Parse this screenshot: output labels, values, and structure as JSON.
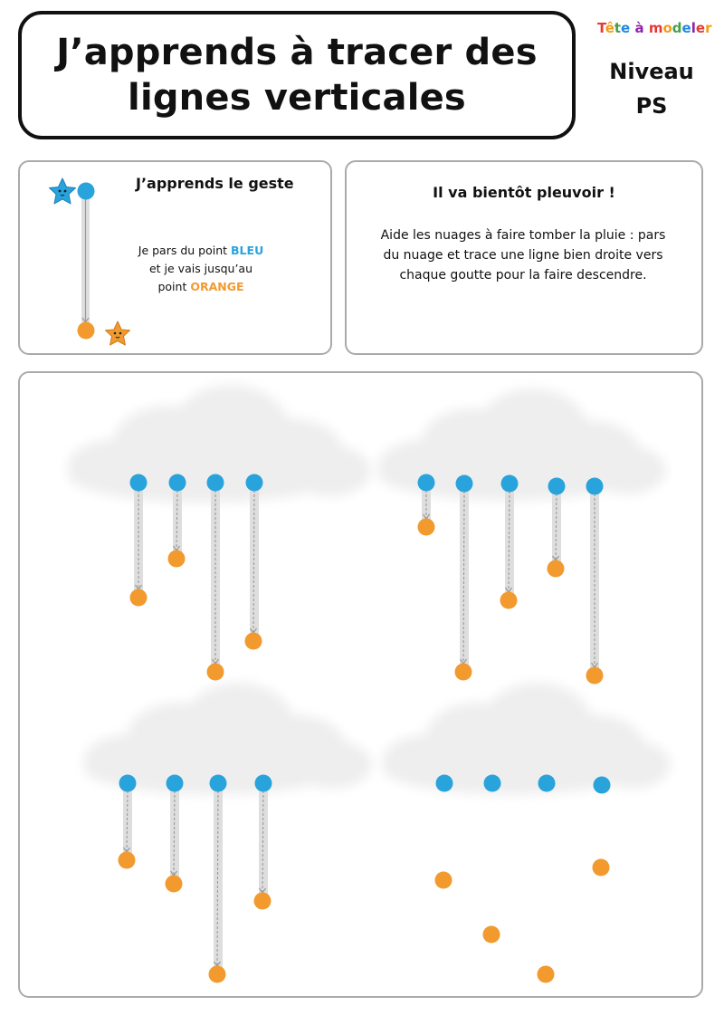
{
  "header": {
    "title_line1": "J’apprends à tracer des",
    "title_line2": "lignes verticales",
    "brand": [
      "T",
      "ê",
      "t",
      "e",
      " ",
      "à",
      " ",
      "m",
      "o",
      "d",
      "e",
      "l",
      "e",
      "r"
    ],
    "brand_colors": [
      "#e53935",
      "#f39c12",
      "#43a047",
      "#1e88e5",
      "#ffffff",
      "#8e24aa",
      "#ffffff",
      "#e53935",
      "#f39c12",
      "#43a047",
      "#1e88e5",
      "#8e24aa",
      "#e53935",
      "#f39c12"
    ],
    "level_label": "Niveau",
    "level_value": "PS"
  },
  "gesture_panel": {
    "title": "J’apprends le geste",
    "line1_prefix": "Je pars du point ",
    "line1_keyword": "BLEU",
    "line2": "et je vais jusqu’au",
    "line3_prefix": "point ",
    "line3_keyword": "ORANGE"
  },
  "rain_panel": {
    "title": "Il va bientôt pleuvoir !",
    "instructions": "Aide les nuages à faire tomber la pluie : pars du nuage et trace une ligne bien droite vers chaque goutte pour la faire descendre."
  },
  "colors": {
    "start_dot": "#29a3dc",
    "end_dot": "#f29a2e",
    "guide_track": "#dedede",
    "guide_arrow": "#9a9a9a",
    "cloud": "#eeeeee",
    "border": "#aaaaaa"
  },
  "icons": {
    "start_mascot": "blue-star-icon",
    "end_mascot": "orange-star-icon"
  }
}
